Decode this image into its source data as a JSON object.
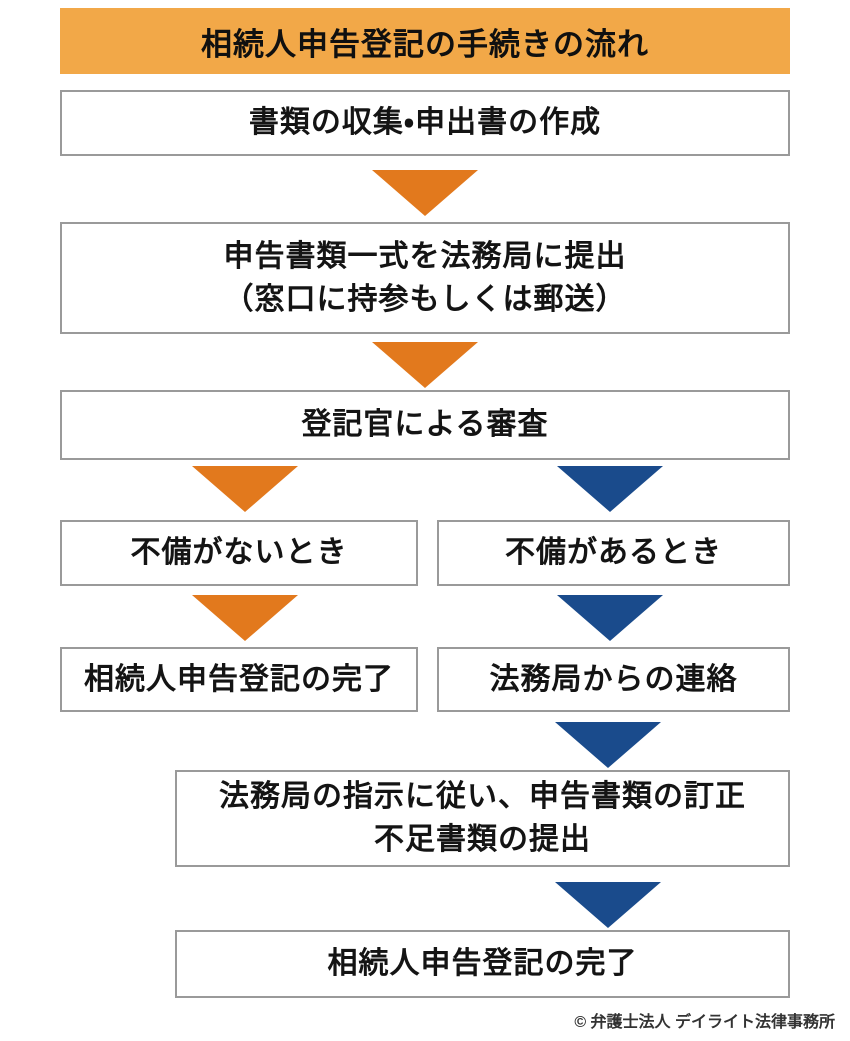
{
  "title": "相続人申告登記の手続きの流れ",
  "flow": {
    "step_collect": "書類の収集・申出書の作成",
    "step_submit_line1": "申告書類一式を法務局に提出",
    "step_submit_line2": "（窓口に持参もしくは郵送）",
    "step_review": "登記官による審査",
    "branch_no_defect": "不備がないとき",
    "branch_defect": "不備があるとき",
    "left_complete": "相続人申告登記の完了",
    "right_contact": "法務局からの連絡",
    "right_fix_line1": "法務局の指示に従い、申告書類の訂正",
    "right_fix_line2": "不足書類の提出",
    "final_complete": "相続人申告登記の完了"
  },
  "footer": {
    "copyright": "© 弁護士法人 デイライト法律事務所"
  },
  "colors": {
    "header_bg": "#F2A848",
    "arrow_orange": "#E2791D",
    "arrow_blue": "#1A4B8C",
    "box_border": "#9A9A9A",
    "text": "#141414"
  }
}
